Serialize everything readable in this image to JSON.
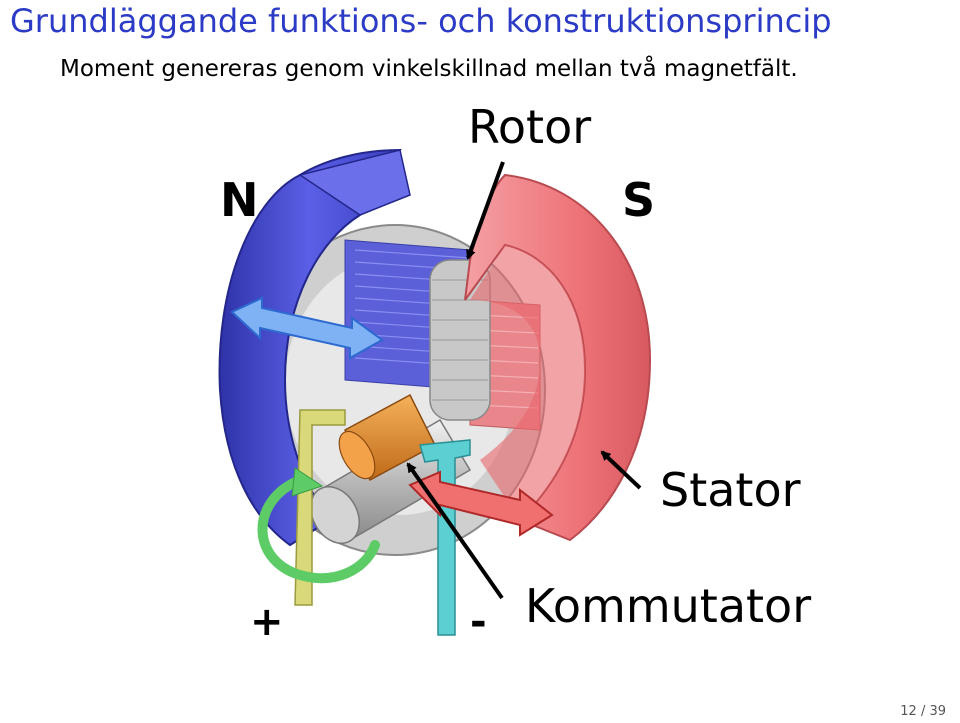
{
  "slide": {
    "title": "Grundläggande funktions- och konstruktionsprincip",
    "subtitle": "Moment genereras genom vinkelskillnad mellan två magnetfält.",
    "page_number": "12 / 39"
  },
  "diagram": {
    "labels": {
      "north": "N",
      "south": "S",
      "rotor": "Rotor",
      "stator": "Stator",
      "commutator": "Kommutator",
      "plus": "+",
      "minus": "-"
    },
    "colors": {
      "north_magnet": "#4a4fd8",
      "south_magnet": "#ee7a80",
      "field_arrow_north": "#7fb2f5",
      "field_arrow_south": "#f07070",
      "commutator": "#e08a2a",
      "brush_plus": "#d9d97a",
      "brush_minus": "#5ccfd3",
      "rotation_arrow": "#6fe07a"
    }
  }
}
